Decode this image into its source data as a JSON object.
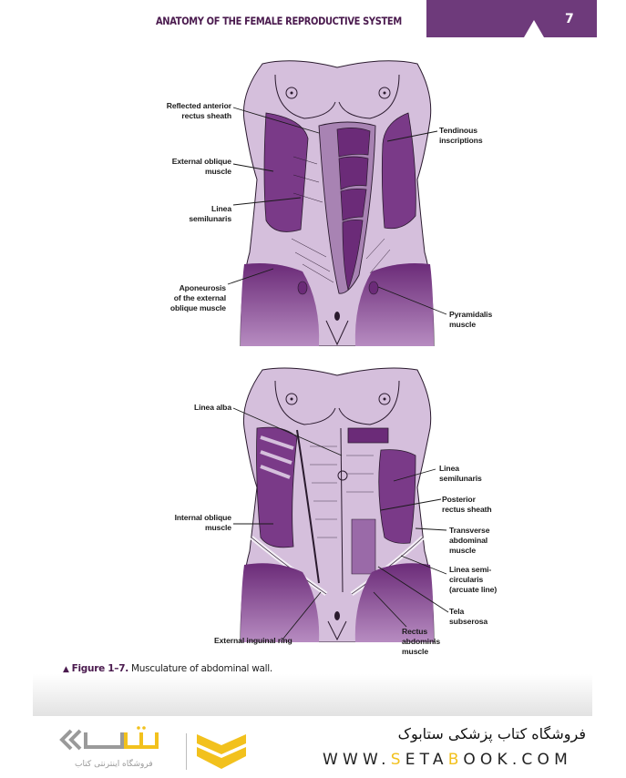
{
  "header": {
    "running_title": "ANATOMY OF THE FEMALE REPRODUCTIVE SYSTEM",
    "page_number": "7",
    "accent_color": "#6e3a7b"
  },
  "figure_top": {
    "labels_left": [
      {
        "line1": "Reflected anterior",
        "line2": "rectus sheath"
      },
      {
        "line1": "External oblique",
        "line2": "muscle"
      },
      {
        "line1": "Linea",
        "line2": "semilunaris"
      },
      {
        "line1": "Aponeurosis",
        "line2": "of the external",
        "line3": "oblique muscle"
      }
    ],
    "labels_right": [
      {
        "line1": "Tendinous",
        "line2": "inscriptions"
      },
      {
        "line1": "Pyramidalis",
        "line2": "muscle"
      }
    ]
  },
  "figure_bottom": {
    "labels_left": [
      {
        "line1": "Linea alba"
      },
      {
        "line1": "Internal oblique",
        "line2": "muscle"
      },
      {
        "line1": "External inguinal ring"
      }
    ],
    "labels_right": [
      {
        "line1": "Linea",
        "line2": "semilunaris"
      },
      {
        "line1": "Posterior",
        "line2": "rectus sheath"
      },
      {
        "line1": "Transverse",
        "line2": "abdominal",
        "line3": "muscle"
      },
      {
        "line1": "Linea semi-",
        "line2": "circularis",
        "line3": "(arcuate line)"
      },
      {
        "line1": "Tela",
        "line2": "subserosa"
      },
      {
        "line1": "Rectus",
        "line2": "abdominis",
        "line3": "muscle"
      }
    ]
  },
  "caption": {
    "marker": "▲",
    "figure_label": "Figure 1–7.",
    "text": "Musculature of abdominal wall."
  },
  "footer": {
    "logo_text": "ستابوک",
    "logo_tagline": "فروشگاه اینترنتی کتاب",
    "store_name": "فروشگاه کتاب پزشکی ستابوک",
    "url_parts": [
      "WWW.",
      "S",
      "ETA",
      "B",
      "OOK.COM"
    ],
    "highlight_color": "#f2c11d"
  }
}
